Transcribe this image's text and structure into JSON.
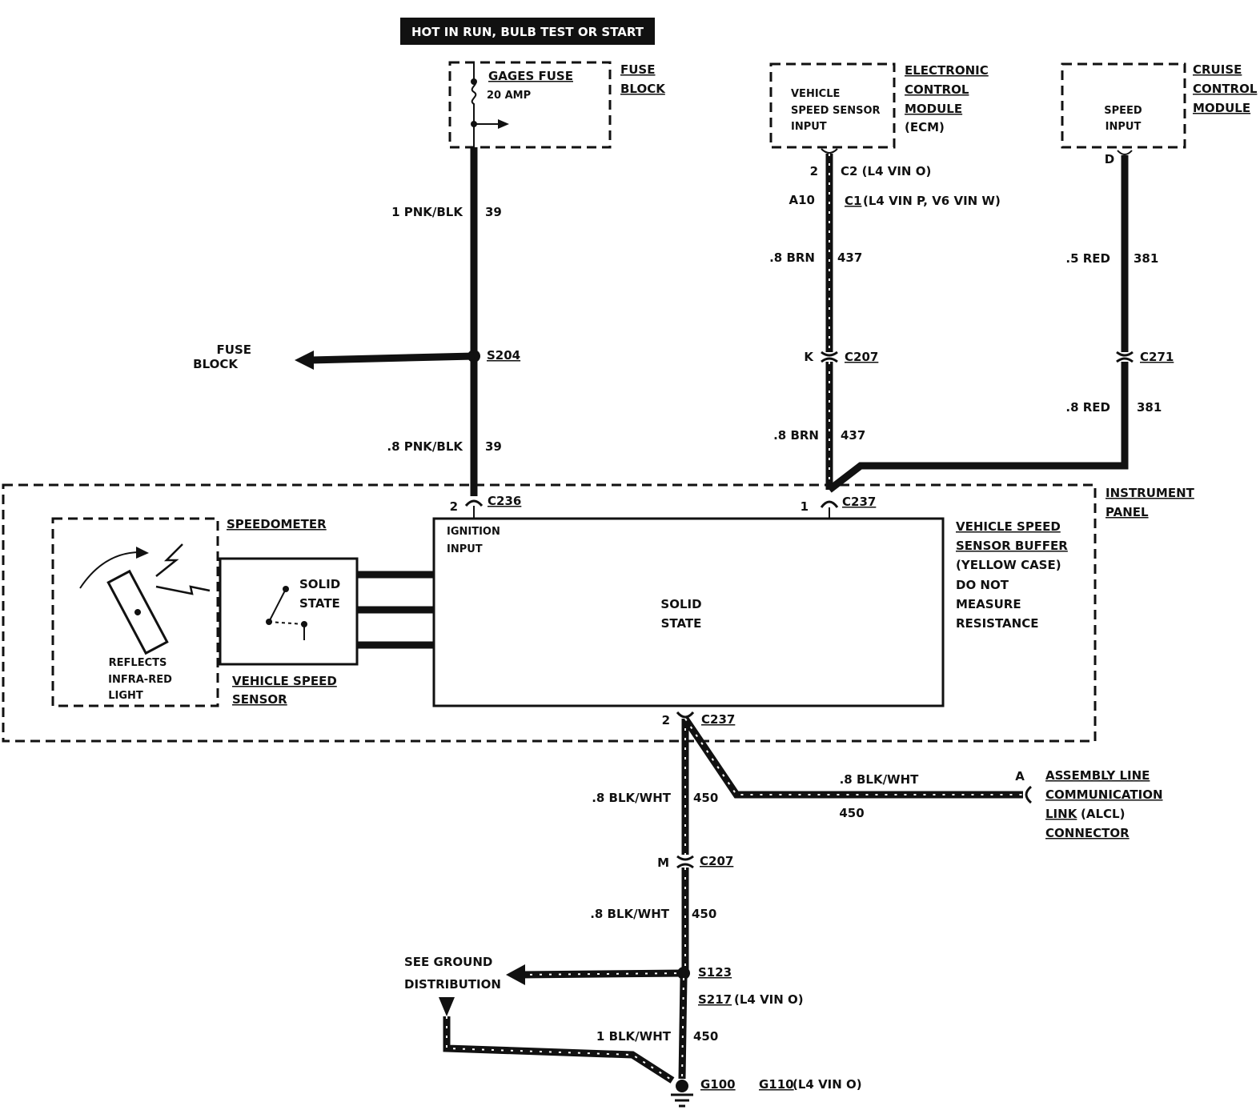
{
  "banner": "HOT IN RUN, BULB TEST OR START",
  "fuse": {
    "name": "GAGES FUSE",
    "rating": "20 AMP",
    "block_label_1": "FUSE",
    "block_label_2": "BLOCK"
  },
  "ecm": {
    "input_1": "VEHICLE",
    "input_2": "SPEED SENSOR",
    "input_3": "INPUT",
    "name_1": "ELECTRONIC",
    "name_2": "CONTROL",
    "name_3": "MODULE",
    "name_4": "(ECM)",
    "pin_c2": "2",
    "conn_c2": "C2 (L4 VIN O)",
    "pin_c1": "A10",
    "conn_c1": "C1",
    "conn_c1_rest": "(L4 VIN P, V6 VIN W)"
  },
  "cruise": {
    "input_1": "SPEED",
    "input_2": "INPUT",
    "name_1": "CRUISE",
    "name_2": "CONTROL",
    "name_3": "MODULE",
    "pin": "D"
  },
  "wires": {
    "w1_gauge": "1 PNK/BLK",
    "w1_circuit": "39",
    "w2_gauge": ".8 PNK/BLK",
    "w2_circuit": "39",
    "w3_gauge": ".8 BRN",
    "w3_circuit": "437",
    "w4_gauge": ".8 BRN",
    "w4_circuit": "437",
    "w5_gauge": ".5 RED",
    "w5_circuit": "381",
    "w6_gauge": ".8 RED",
    "w6_circuit": "381",
    "w7_gauge": ".8 BLK/WHT",
    "w7_circuit": "450",
    "w8_gauge": ".8 BLK/WHT",
    "w8_circuit": "450",
    "w9_gauge": ".8 BLK/WHT",
    "w9_circuit": "450",
    "w10_gauge": "1 BLK/WHT",
    "w10_circuit": "450"
  },
  "splices": {
    "s204": "S204",
    "s123": "S123",
    "s217": "S217",
    "s217_note": "(L4 VIN O)"
  },
  "connectors": {
    "c207_pin_k": "K",
    "c207": "C207",
    "c271": "C271",
    "c236_pin": "2",
    "c236": "C236",
    "c237_top_pin": "1",
    "c237_top": "C237",
    "c237_bot_pin": "2",
    "c237_bot": "C237",
    "c207_pin_m": "M",
    "c207_bot": "C207"
  },
  "fuse_block_arrow": {
    "line_1": "FUSE",
    "line_2": "BLOCK"
  },
  "panel": {
    "line_1": "INSTRUMENT",
    "line_2": "PANEL"
  },
  "speedometer": {
    "title": "SPEEDOMETER",
    "note_1": "REFLECTS",
    "note_2": "INFRA-RED",
    "note_3": "LIGHT"
  },
  "vss": {
    "state_1": "SOLID",
    "state_2": "STATE",
    "label_1": "VEHICLE SPEED",
    "label_2": "SENSOR"
  },
  "buffer": {
    "ign_1": "IGNITION",
    "ign_2": "INPUT",
    "state_1": "SOLID",
    "state_2": "STATE",
    "name_1": "VEHICLE SPEED",
    "name_2": "SENSOR BUFFER",
    "name_3": "(YELLOW CASE)",
    "warn_1": "DO NOT",
    "warn_2": "MEASURE",
    "warn_3": "RESISTANCE"
  },
  "alcl": {
    "pin": "A",
    "line_1": "ASSEMBLY LINE",
    "line_2": "COMMUNICATION",
    "line_3": "LINK",
    "line_3_rest": "(ALCL)",
    "line_4": "CONNECTOR"
  },
  "ground": {
    "see_1": "SEE GROUND",
    "see_2": "DISTRIBUTION",
    "g100": "G100",
    "g110": "G110",
    "g110_note": "(L4 VIN O)"
  }
}
